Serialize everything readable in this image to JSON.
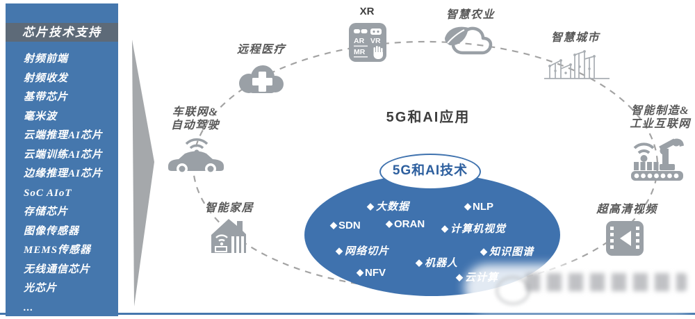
{
  "sidebar": {
    "title": "芯片技术支持",
    "items": [
      "射频前端",
      "射频收发",
      "基带芯片",
      "毫米波",
      "云端推理AI芯片",
      "云端训练AI芯片",
      "边缘推理AI芯片",
      "SoC AIoT",
      "存储芯片",
      "图像传感器",
      "MEMS传感器",
      "无线通信芯片",
      "光芯片",
      "..."
    ]
  },
  "diagram": {
    "center_title": "5G和AI应用",
    "core": {
      "title": "5G和AI技术",
      "bullet": "◆",
      "items": [
        "大数据",
        "NLP",
        "SDN",
        "ORAN",
        "计算机视觉",
        "网络切片",
        "知识图谱",
        "机器人",
        "NFV",
        "云计算"
      ]
    },
    "applications": [
      {
        "id": "xr",
        "lines": [
          "XR"
        ]
      },
      {
        "id": "smart-agriculture",
        "lines": [
          "智慧农业"
        ]
      },
      {
        "id": "smart-city",
        "lines": [
          "智慧城市"
        ]
      },
      {
        "id": "smart-manufacturing",
        "lines": [
          "智能制造&",
          "工业互联网"
        ]
      },
      {
        "id": "uhd-video",
        "lines": [
          "超高清视频"
        ]
      },
      {
        "id": "smart-home",
        "lines": [
          "智能家居"
        ]
      },
      {
        "id": "connected-car",
        "lines": [
          "车联网&",
          "自动驾驶"
        ]
      },
      {
        "id": "telemedicine",
        "lines": [
          "远程医疗"
        ]
      }
    ],
    "xr_badge": {
      "ar": "AR",
      "vr": "VR",
      "mr": "MR"
    }
  },
  "colors": {
    "sidebar_blue": "#4577ad",
    "header_band_gray": "#5d6a78",
    "core_ellipse_blue": "#3f72ae",
    "core_title_blue": "#2d5f9e",
    "icon_gray": "#9aa0a6",
    "dashed_line_gray": "#a3a3a3",
    "label_text_gray": "#575757",
    "bottom_line_blue": "#4577ad"
  }
}
